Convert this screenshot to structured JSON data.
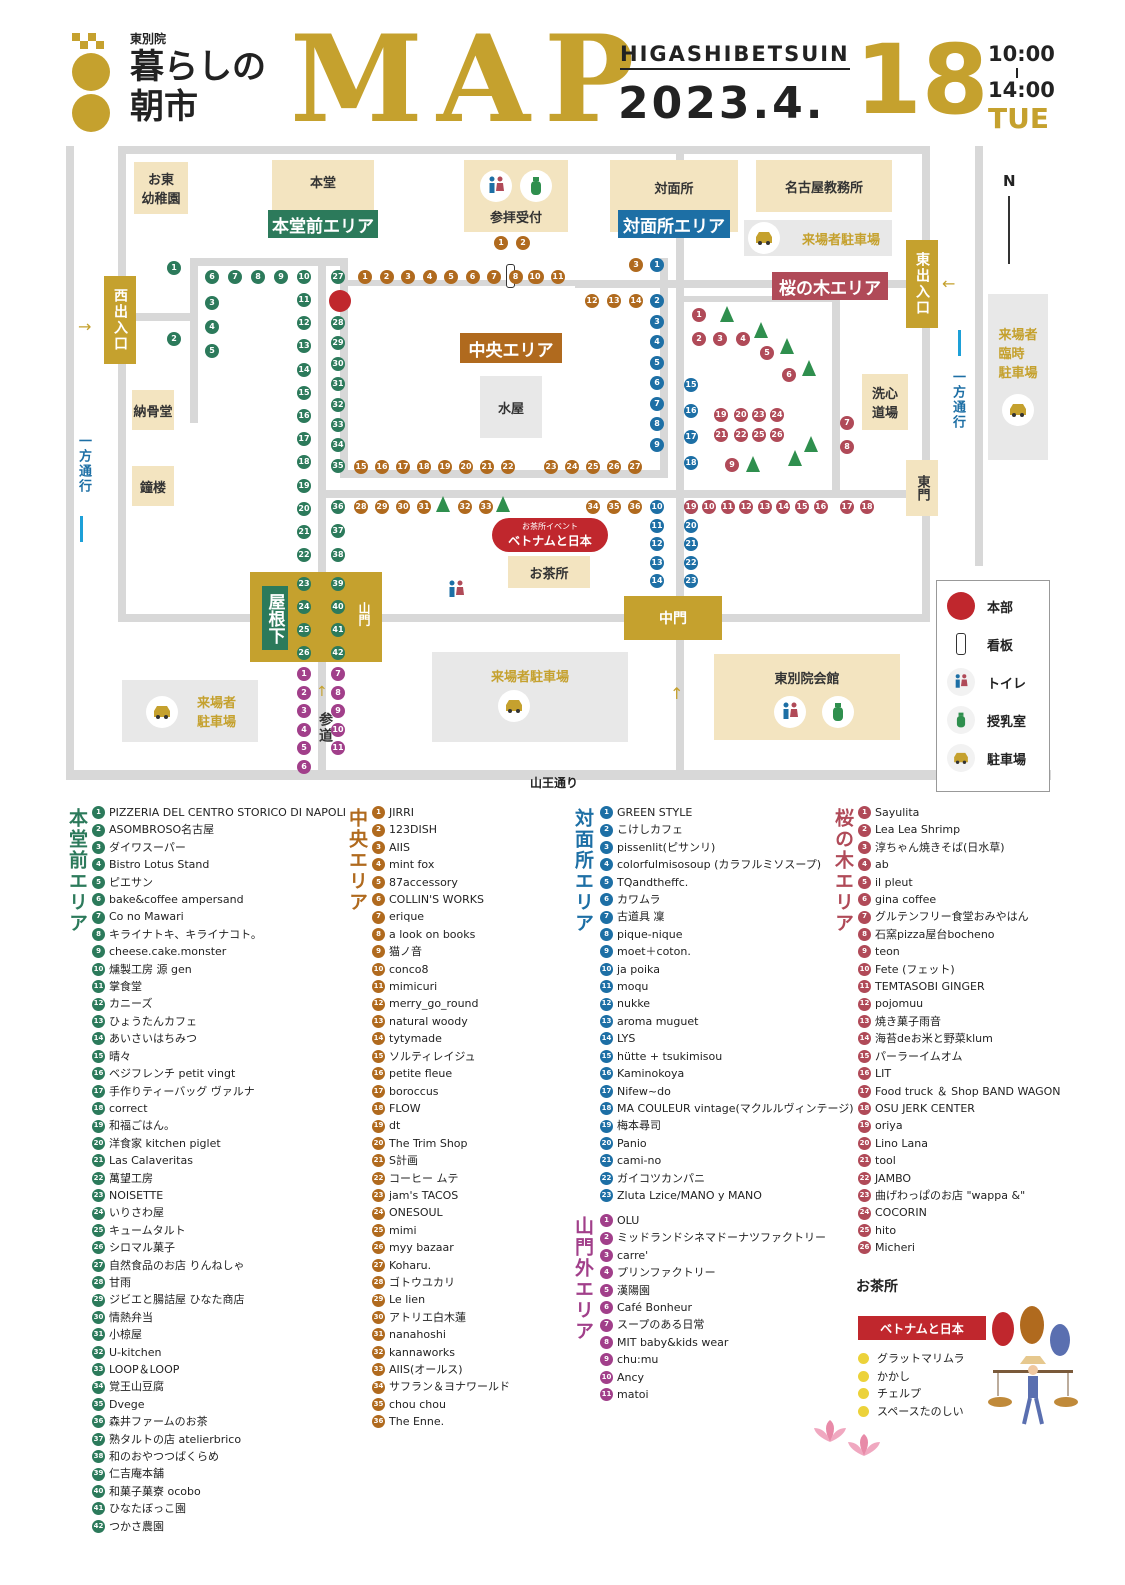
{
  "header": {
    "logo_sub": "東別院",
    "logo_title_1": "暮らしの",
    "logo_title_2": "朝市",
    "map_title": "MAP",
    "place": "HIGASHIBETSUIN",
    "date_ymd": "2023.4.",
    "date_day": "18",
    "time_start": "10:00",
    "time_end": "14:00",
    "weekday": "TUE"
  },
  "map": {
    "north": "N",
    "buildings": {
      "kindergarten": "お東\n幼稚園",
      "hondo": "本堂",
      "sanpai": "参拝受付",
      "taimensho": "対面所",
      "nagoya_office": "名古屋教務所",
      "nokotsudo": "納骨堂",
      "shoro": "鐘楼",
      "mizuya": "水屋",
      "senshin": "洗心\n道場",
      "ochasho": "お茶所",
      "kaikan": "東別院会館"
    },
    "parking": {
      "top": "来場者駐車場",
      "temp": "来場者\n臨時\n駐車場",
      "left": "来場者\n駐車場",
      "center": "来場者駐車場"
    },
    "areas": {
      "hondo_mae": "本堂前エリア",
      "taimensho": "対面所エリア",
      "sakura": "桜の木エリア",
      "chuo": "中央エリア",
      "yanesita": "屋根下"
    },
    "gates": {
      "west": "西出入口",
      "east": "東出入口",
      "east_gate": "東門",
      "middle_gate": "中門",
      "sanmon": "山門"
    },
    "labels": {
      "oneway": "一方通行",
      "sando": "参道",
      "sanno": "山王通り",
      "event_title": "お茶所イベント",
      "event_name": "ベトナムと日本"
    }
  },
  "legend": [
    {
      "icon": "hq-icon",
      "label": "本部"
    },
    {
      "icon": "sign-icon",
      "label": "看板"
    },
    {
      "icon": "toilet-icon",
      "label": "トイレ"
    },
    {
      "icon": "nursing-icon",
      "label": "授乳室"
    },
    {
      "icon": "car-icon",
      "label": "駐車場"
    }
  ],
  "colors": {
    "hondo_mae": "#2c7a5b",
    "chuo": "#b06a1e",
    "taimensho": "#1d6fa5",
    "sakura": "#b04a58",
    "sanmongai": "#a13f8a",
    "gold": "#c5a12e"
  },
  "lists": {
    "hondo_mae": {
      "title": "本堂前エリア",
      "items": [
        "PIZZERIA DEL CENTRO STORICO DI NAPOLI",
        "ASOMBROSO名古屋",
        "ダイワスーパー",
        "Bistro Lotus Stand",
        "ピエサン",
        "bake&coffee ampersand",
        "Co no Mawari",
        "キライナトキ、キライナコト。",
        "cheese.cake.monster",
        "燻製工房 源 gen",
        "掌食堂",
        "カニーズ",
        "ひょうたんカフェ",
        "あいさいはちみつ",
        "晴々",
        "ベジフレンチ petit vingt",
        "手作りティーバッグ ヴァルナ",
        "correct",
        "和福ごはん。",
        "洋食家 kitchen piglet",
        "Las Calaveritas",
        "萬望工房",
        "NOISETTE",
        "いりさわ屋",
        "キュームタルト",
        "シロマル菓子",
        "自然食品のお店 りんねしゃ",
        "甘雨",
        "ジビエと腸詰屋 ひなた商店",
        "情熱弁当",
        "小椋屋",
        "U-kitchen",
        "LOOP＆LOOP",
        "覚王山豆腐",
        "Dvege",
        "森井ファームのお茶",
        "熟タルトの店 atelierbrico",
        "和のおやつつばくらめ",
        "仁吉庵本舗",
        "和菓子菓寮 ocobo",
        "ひなたぼっこ園",
        "つかさ農園"
      ]
    },
    "chuo": {
      "title": "中央エリア",
      "items": [
        "JIRRI",
        "123DISH",
        "AIIS",
        "mint fox",
        "87accessory",
        "COLLIN'S WORKS",
        "erique",
        "a look on books",
        "猫ノ音",
        "conco8",
        "mimicuri",
        "merry_go_round",
        "natural woody",
        "tytymade",
        "ソルティレイジュ",
        "petite fleue",
        "boroccus",
        "FLOW",
        "dt",
        "The Trim Shop",
        "S計画",
        "コーヒー ムテ",
        "jam's TACOS",
        "ONESOUL",
        "mimi",
        "myy bazaar",
        "Koharu.",
        "ゴトウユカリ",
        "Le lien",
        "アトリエ白木蓮",
        "nanahoshi",
        "kannaworks",
        "AIIS(オールス)",
        "サフラン＆ヨナワールド",
        "chou chou",
        "The Enne."
      ]
    },
    "taimensho": {
      "title": "対面所エリア",
      "items": [
        "GREEN STYLE",
        "こけしカフェ",
        "pissenlit(ピサンリ)",
        "colorfulmisosoup (カラフルミソスープ)",
        "TQandtheffc.",
        "カワムラ",
        "古道具 凜",
        "pique-nique",
        "moet＋coton.",
        "ja poika",
        "moqu",
        "nukke",
        "aroma muguet",
        "LYS",
        "hütte + tsukimisou",
        "Kaminokoya",
        "Nifew~do",
        "MA COULEUR vintage(マクルルヴィンテージ)",
        "梅本尋司",
        "Panio",
        "cami-no",
        "ガイコツカンパニ",
        "Zluta Lzice/MANO y MANO"
      ]
    },
    "sanmongai": {
      "title": "山門外エリア",
      "items": [
        "OLU",
        "ミッドランドシネマドーナツファクトリー",
        "carre'",
        "プリンファクトリー",
        "漢陽園",
        "Café Bonheur",
        "スープのある日常",
        "MIT baby&kids wear",
        "chu:mu",
        "Ancy",
        "matoi"
      ]
    },
    "sakura": {
      "title": "桜の木エリア",
      "items": [
        "Sayulita",
        "Lea Lea Shrimp",
        "淳ちゃん焼きそば(日水草)",
        "ab",
        "il pleut",
        "gina coffee",
        "グルテンフリー食堂おみやはん",
        "石窯pizza屋台bocheno",
        "teon",
        "Fete (フェット)",
        "TEMTASOBI GINGER",
        "pojomuu",
        "焼き菓子雨音",
        "海苔deお米と野菜klum",
        "パーラーイムオム",
        "LIT",
        "Food truck ＆ Shop BAND WAGON",
        "OSU JERK CENTER",
        "oriya",
        "Lino Lana",
        "tool",
        "JAMBO",
        "曲げわっぱのお店 \"wappa &\"",
        "COCORIN",
        "hito",
        "Micheri"
      ]
    }
  },
  "ochasho_box": {
    "title": "お茶所",
    "event": "ベトナムと日本",
    "items": [
      "グラットマリムラ",
      "かかし",
      "チェルプ",
      "スペースたのしい"
    ]
  }
}
